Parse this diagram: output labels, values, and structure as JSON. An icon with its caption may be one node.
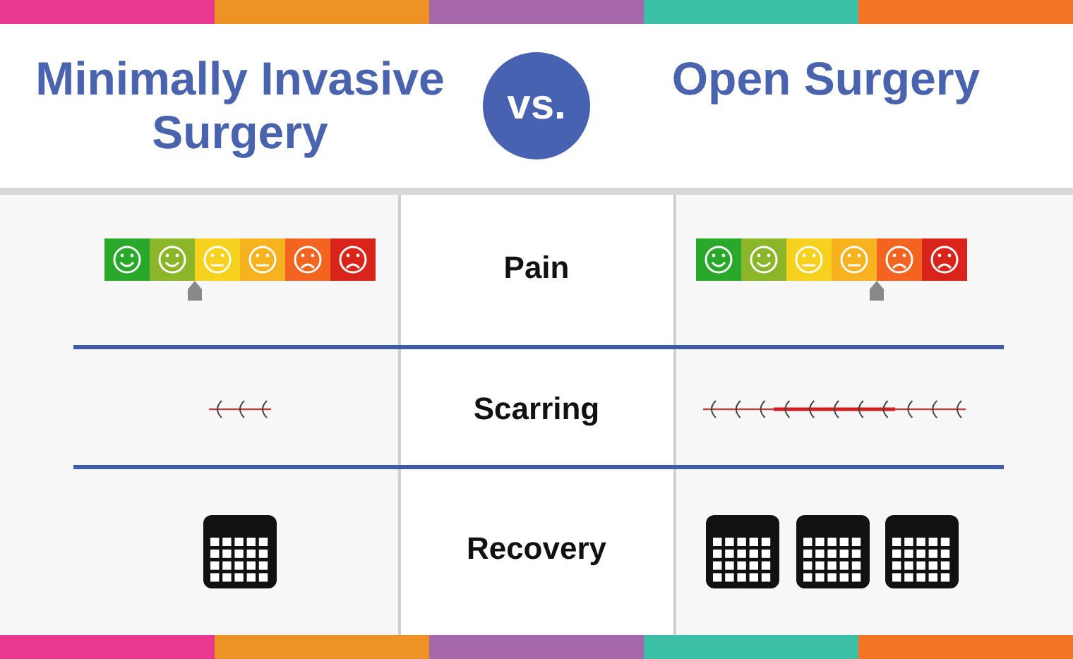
{
  "diagram": {
    "nodes": [
      {
        "text": [
          "vs."
        ]
      }
    ],
    "labels": [
      "Minimally Invasive Surgery",
      "Open Surgery",
      "Pain",
      "Scarring",
      "Recovery"
    ]
  }
}
